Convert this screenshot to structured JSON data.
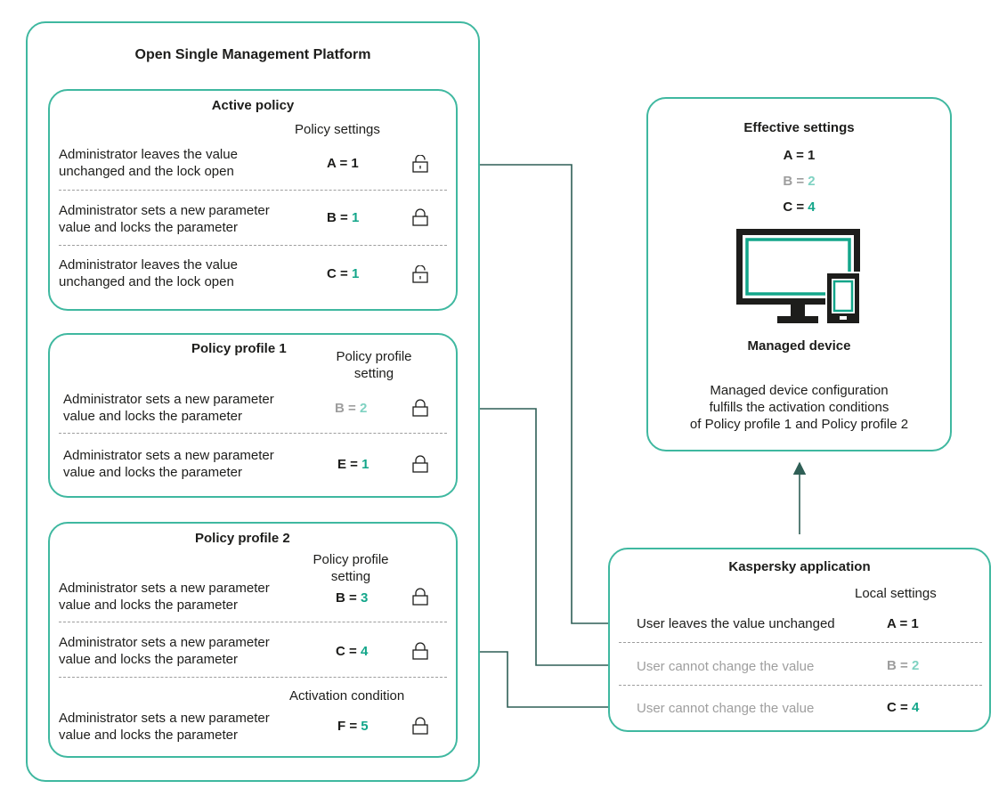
{
  "osmp": {
    "title": "Open Single Management Platform"
  },
  "active_policy": {
    "title": "Active policy",
    "column_header": "Policy settings",
    "rows": [
      {
        "desc_line1": "Administrator leaves the value",
        "desc_line2": "unchanged  and the lock open",
        "param": "A",
        "eq": " = ",
        "value": "1",
        "lock": "open-lock-icon"
      },
      {
        "desc_line1": "Administrator sets a new parameter",
        "desc_line2": " value and locks the parameter",
        "param": "B",
        "eq": " = ",
        "value": "1",
        "lock": "closed-lock-icon"
      },
      {
        "desc_line1": "Administrator leaves the value",
        "desc_line2": "unchanged  and the lock open",
        "param": "C",
        "eq": " = ",
        "value": "1",
        "lock": "open-lock-icon"
      }
    ]
  },
  "profile1": {
    "title": "Policy profile 1",
    "column_header_line1": "Policy profile",
    "column_header_line2": "setting",
    "rows": [
      {
        "desc_line1": "Administrator sets a new parameter",
        "desc_line2": "value and locks the parameter",
        "param": "B",
        "eq": " = ",
        "value": "2",
        "lock": "closed-lock-icon"
      },
      {
        "desc_line1": "Administrator sets a new parameter",
        "desc_line2": "value and locks the parameter",
        "param": "E",
        "eq": " = ",
        "value": "1",
        "lock": "closed-lock-icon"
      }
    ]
  },
  "profile2": {
    "title": "Policy profile 2",
    "column_header_line1": "Policy profile",
    "column_header_line2": "setting",
    "activation_header": "Activation condition",
    "rows": [
      {
        "desc_line1": "Administrator sets a new parameter",
        "desc_line2": " value and locks the parameter",
        "param": "B",
        "eq": " = ",
        "value": "3",
        "lock": "closed-lock-icon"
      },
      {
        "desc_line1": "Administrator sets a new parameter",
        "desc_line2": " value and locks the parameter",
        "param": "C",
        "eq": " = ",
        "value": "4",
        "lock": "closed-lock-icon"
      },
      {
        "desc_line1": "Administrator sets a new parameter",
        "desc_line2": " value and locks the parameter",
        "param": "F",
        "eq": " = ",
        "value": "5",
        "lock": "closed-lock-icon"
      }
    ]
  },
  "effective": {
    "title": "Effective settings",
    "values": [
      {
        "param": "A",
        "eq": " = ",
        "value": "1"
      },
      {
        "param": "B",
        "eq": " = ",
        "value": "2"
      },
      {
        "param": "C",
        "eq": " = ",
        "value": "4"
      }
    ],
    "device_icon": "monitor-and-phone-icon",
    "device_label": "Managed device",
    "note_line1": "Managed device configuration",
    "note_line2": "fulfills the activation conditions",
    "note_line3": "of Policy profile 1 and Policy profile 2"
  },
  "kaspersky": {
    "title": "Kaspersky application",
    "column_header": "Local settings",
    "rows": [
      {
        "text": "User leaves the value unchanged",
        "param": "A",
        "eq": " = ",
        "value": "1"
      },
      {
        "text": "User cannot change the value",
        "param": "B",
        "eq": " = ",
        "value": "2"
      },
      {
        "text": "User cannot change the value",
        "param": "C",
        "eq": " = ",
        "value": "4"
      }
    ]
  },
  "colors": {
    "border": "#3fb8a0",
    "accent_value": "#13a68a",
    "connector": "#2f5f56",
    "muted": "#9e9e9e"
  }
}
